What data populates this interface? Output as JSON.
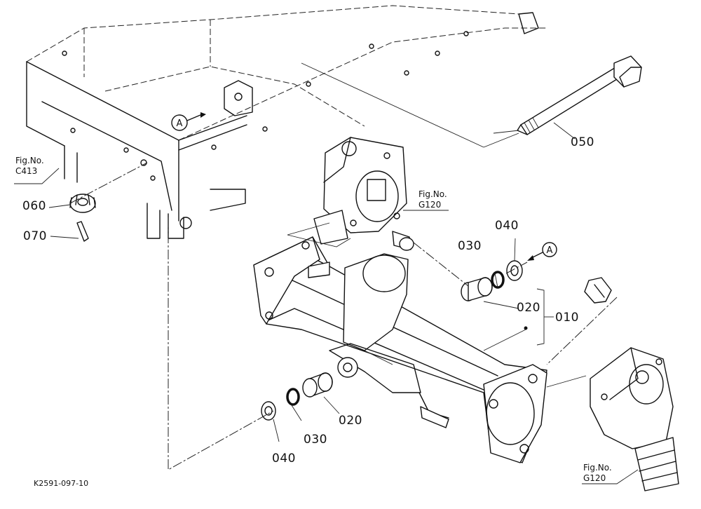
{
  "parts": {
    "p010": "010",
    "p020a": "020",
    "p020b": "020",
    "p030a": "030",
    "p030b": "030",
    "p040a": "040",
    "p040b": "040",
    "p050": "050",
    "p060": "060",
    "p070": "070"
  },
  "fig_refs": {
    "c413": {
      "line1": "Fig.No.",
      "line2": "C413"
    },
    "g120_top": {
      "line1": "Fig.No.",
      "line2": "G120"
    },
    "g120_bottom": {
      "line1": "Fig.No.",
      "line2": "G120"
    }
  },
  "markers": {
    "a1": "A",
    "a2": "A"
  },
  "drawing_code": "K2591-097-10"
}
